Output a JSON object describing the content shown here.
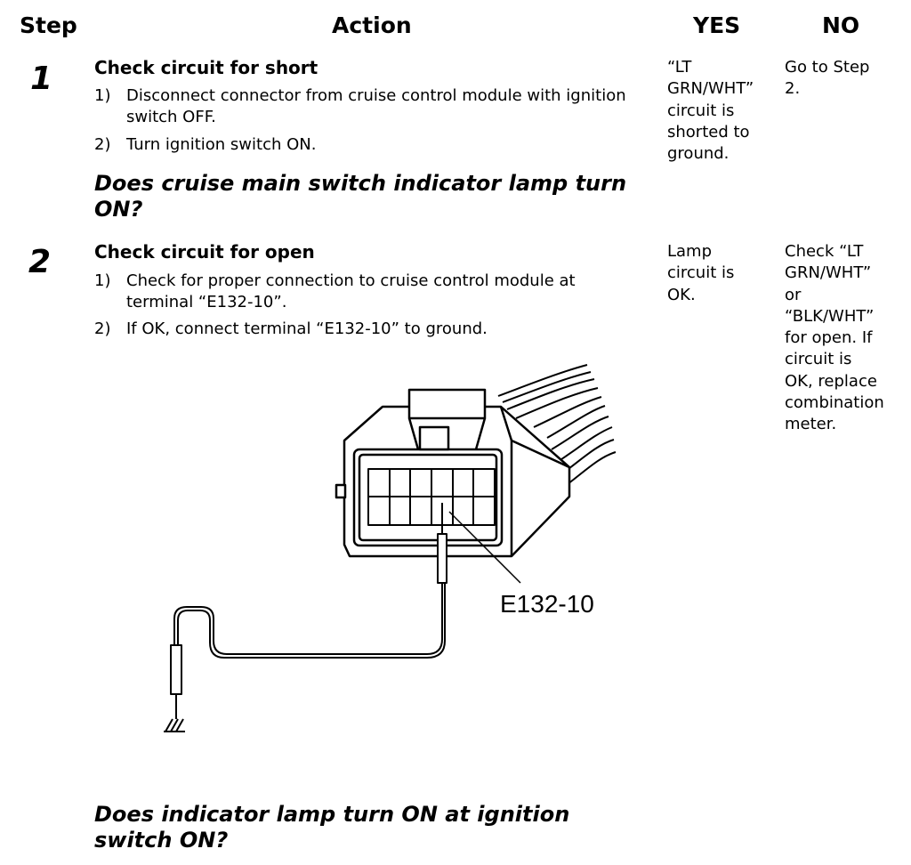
{
  "headers": {
    "step": "Step",
    "action": "Action",
    "yes": "YES",
    "no": "NO"
  },
  "steps": [
    {
      "number": "1",
      "title": "Check circuit for short",
      "items": [
        {
          "n": "1)",
          "text": "Disconnect connector from cruise control module with ignition switch OFF."
        },
        {
          "n": "2)",
          "text": "Turn ignition switch ON."
        }
      ],
      "question": "Does cruise main switch indicator lamp turn ON?",
      "yes": "“LT\nGRN/WHT”\ncircuit is\nshorted to\nground.",
      "no": "Go to Step\n2."
    },
    {
      "number": "2",
      "title": "Check circuit for open",
      "items": [
        {
          "n": "1)",
          "text": "Check for proper connection to cruise control module at terminal “E132-10”."
        },
        {
          "n": "2)",
          "text": "If OK, connect terminal “E132-10” to ground."
        }
      ],
      "question": "Does indicator lamp turn ON at ignition switch ON?",
      "yes": "Lamp\ncircuit is\nOK.",
      "no": "Check “LT\nGRN/WHT”\nor\n“BLK/WHT”\nfor open. If\ncircuit is\nOK, replace\ncombination\nmeter."
    }
  ],
  "diagram": {
    "terminal_label": "E132-10"
  }
}
